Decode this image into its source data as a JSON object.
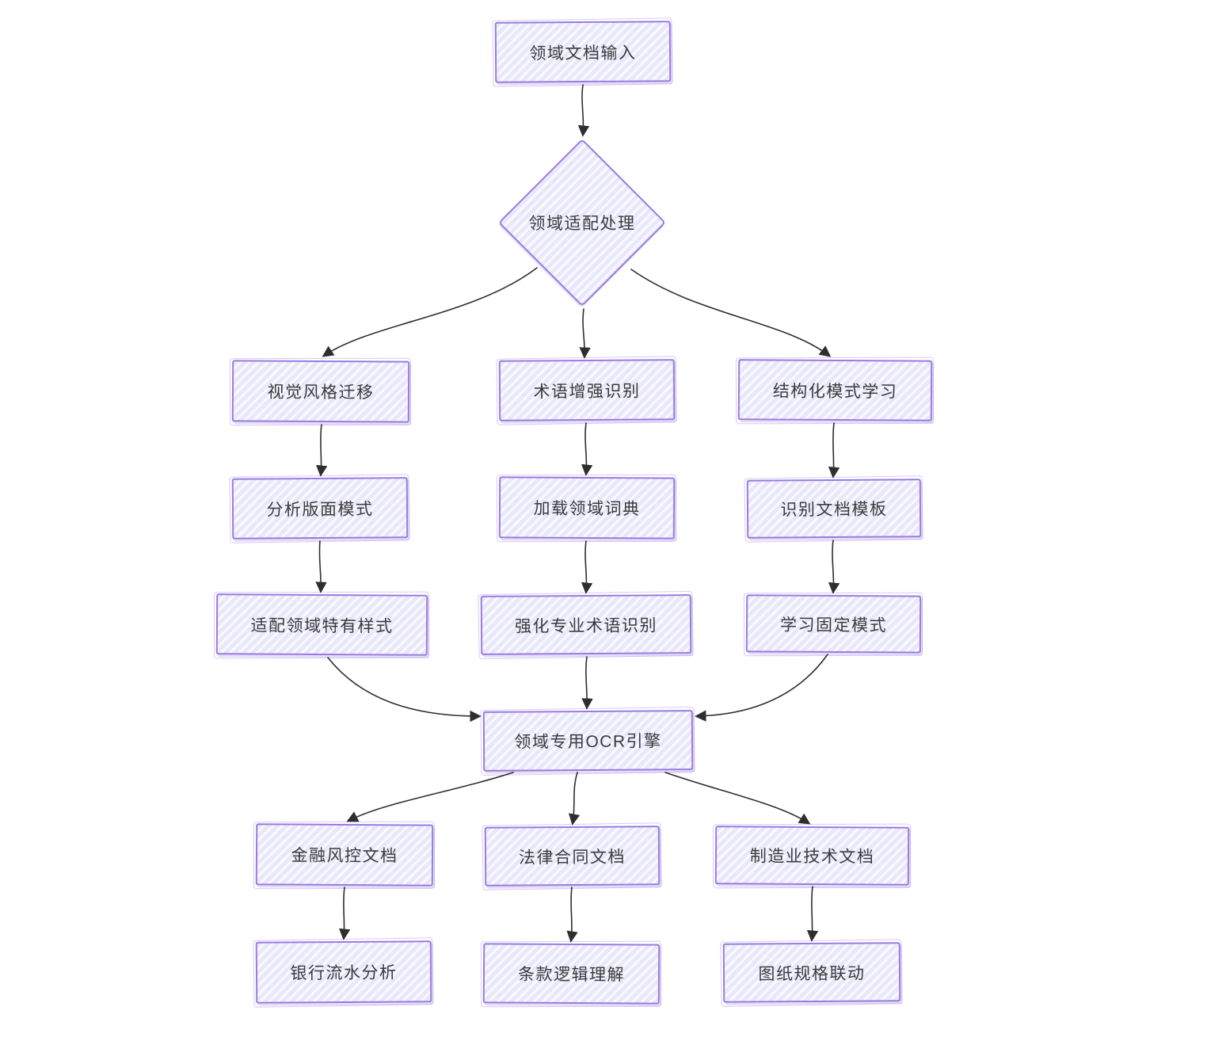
{
  "diagram": {
    "type": "flowchart",
    "style": "hand-drawn-sketch",
    "colors": {
      "background": "#ffffff",
      "node_border": "#9a7ae0",
      "node_fill": "#e9e8fb",
      "node_hatch": "#f9f9ff",
      "edge_stroke": "#2e2e2e",
      "text": "#3a3a3a"
    },
    "nodes": {
      "input": "领域文档输入",
      "decision": "领域适配处理",
      "visual_style": "视觉风格迁移",
      "layout_analysis": "分析版面模式",
      "domain_styles": "适配领域特有样式",
      "term_recognition": "术语增强识别",
      "load_dictionary": "加载领域词典",
      "term_enhanced": "强化专业术语识别",
      "structure_learning": "结构化模式学习",
      "template_recognition": "识别文档模板",
      "fixed_patterns": "学习固定模式",
      "ocr_engine": "领域专用OCR引擎",
      "finance_doc": "金融风控文档",
      "bank_statement": "银行流水分析",
      "legal_doc": "法律合同文档",
      "clause_logic": "条款逻辑理解",
      "manufacturing_doc": "制造业技术文档",
      "drawing_spec": "图纸规格联动"
    },
    "edges": [
      {
        "from": "input",
        "to": "decision"
      },
      {
        "from": "decision",
        "to": "visual_style"
      },
      {
        "from": "decision",
        "to": "term_recognition"
      },
      {
        "from": "decision",
        "to": "structure_learning"
      },
      {
        "from": "visual_style",
        "to": "layout_analysis"
      },
      {
        "from": "layout_analysis",
        "to": "domain_styles"
      },
      {
        "from": "term_recognition",
        "to": "load_dictionary"
      },
      {
        "from": "load_dictionary",
        "to": "term_enhanced"
      },
      {
        "from": "structure_learning",
        "to": "template_recognition"
      },
      {
        "from": "template_recognition",
        "to": "fixed_patterns"
      },
      {
        "from": "domain_styles",
        "to": "ocr_engine"
      },
      {
        "from": "term_enhanced",
        "to": "ocr_engine"
      },
      {
        "from": "fixed_patterns",
        "to": "ocr_engine"
      },
      {
        "from": "ocr_engine",
        "to": "finance_doc"
      },
      {
        "from": "ocr_engine",
        "to": "legal_doc"
      },
      {
        "from": "ocr_engine",
        "to": "manufacturing_doc"
      },
      {
        "from": "finance_doc",
        "to": "bank_statement"
      },
      {
        "from": "legal_doc",
        "to": "clause_logic"
      },
      {
        "from": "manufacturing_doc",
        "to": "drawing_spec"
      }
    ]
  }
}
